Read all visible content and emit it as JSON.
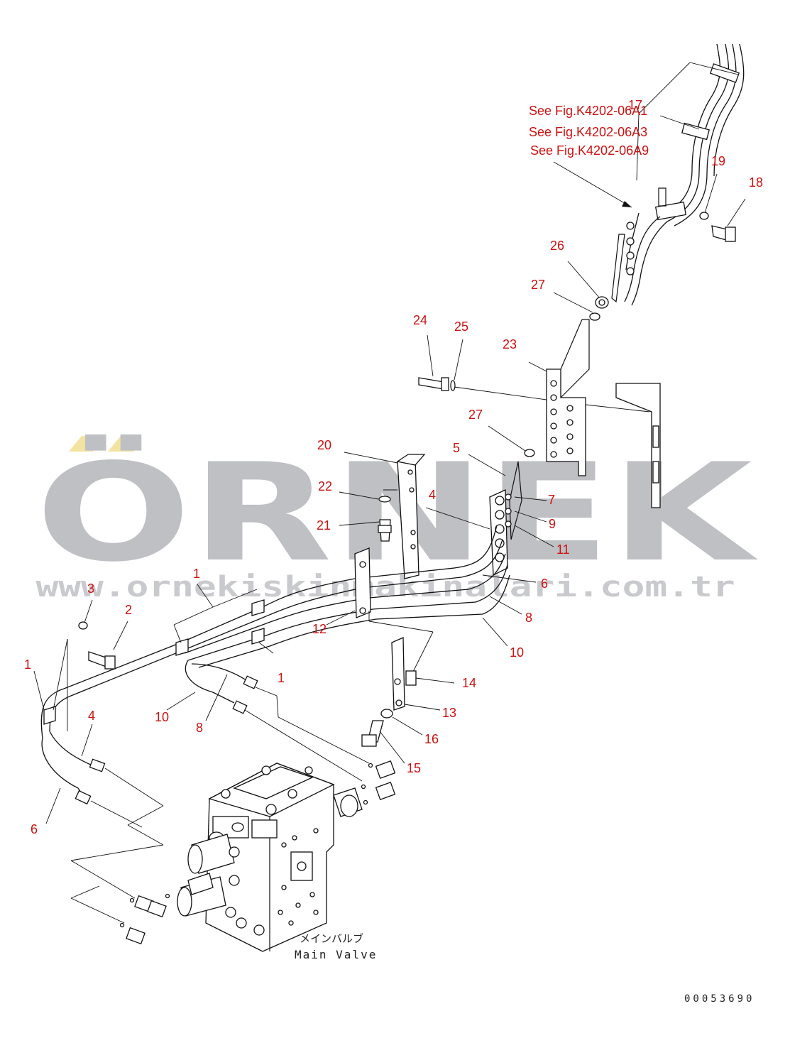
{
  "watermark": {
    "brand": "ÖRNEK",
    "url": "www.ornekiskinmakinalari.com.tr",
    "accent_color": "#f3e3a0",
    "text_color": "#bfc0c4"
  },
  "references": [
    "See Fig.K4202-06A1",
    "See Fig.K4202-06A3",
    "See Fig.K4202-06A9"
  ],
  "labels": {
    "main_valve_jp": "メインバルブ",
    "main_valve_en": "Main Valve",
    "drawing_number": "00053690"
  },
  "callouts": [
    {
      "num": "17"
    },
    {
      "num": "19"
    },
    {
      "num": "18"
    },
    {
      "num": "26"
    },
    {
      "num": "27"
    },
    {
      "num": "24"
    },
    {
      "num": "25"
    },
    {
      "num": "23"
    },
    {
      "num": "27"
    },
    {
      "num": "5"
    },
    {
      "num": "20"
    },
    {
      "num": "22"
    },
    {
      "num": "4"
    },
    {
      "num": "7"
    },
    {
      "num": "9"
    },
    {
      "num": "21"
    },
    {
      "num": "11"
    },
    {
      "num": "1"
    },
    {
      "num": "6"
    },
    {
      "num": "3"
    },
    {
      "num": "2"
    },
    {
      "num": "8"
    },
    {
      "num": "12"
    },
    {
      "num": "1"
    },
    {
      "num": "10"
    },
    {
      "num": "1"
    },
    {
      "num": "14"
    },
    {
      "num": "4"
    },
    {
      "num": "10"
    },
    {
      "num": "13"
    },
    {
      "num": "8"
    },
    {
      "num": "16"
    },
    {
      "num": "15"
    },
    {
      "num": "6"
    }
  ],
  "colors": {
    "callout": "#cc1111",
    "line": "#111111"
  }
}
